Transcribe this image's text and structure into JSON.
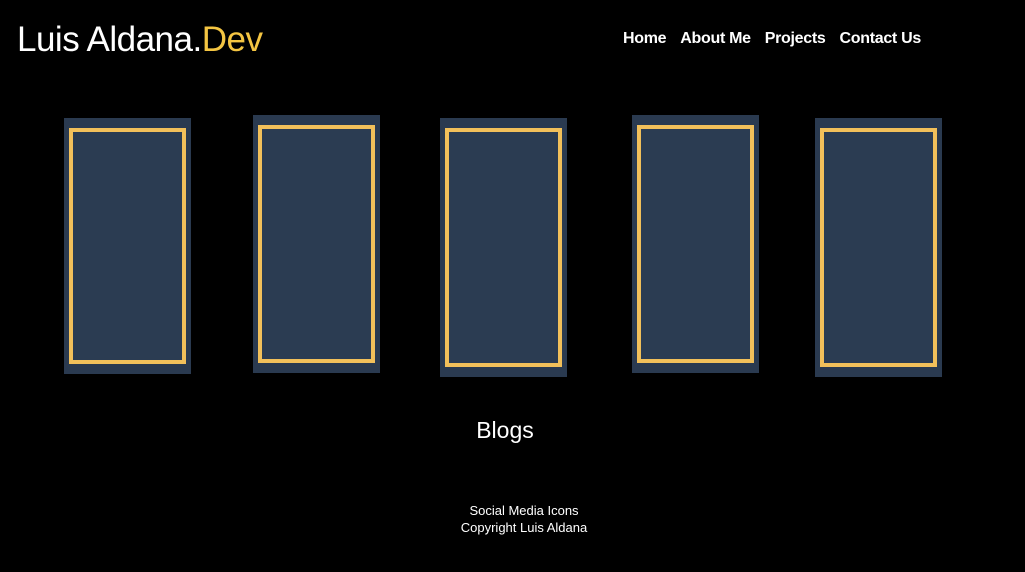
{
  "header": {
    "logo_main": "Luis Aldana.",
    "logo_accent": "Dev",
    "accent_color": "#f4c542"
  },
  "nav": {
    "items": [
      {
        "label": "Home"
      },
      {
        "label": "About Me"
      },
      {
        "label": "Projects"
      },
      {
        "label": "Contact Us"
      }
    ]
  },
  "blogs": {
    "heading": "Blogs",
    "card_count": 5,
    "card_color": "#2a3a50",
    "card_border_color": "#f2c05a"
  },
  "footer": {
    "social": "Social Media Icons",
    "copyright": "Copyright Luis Aldana"
  }
}
